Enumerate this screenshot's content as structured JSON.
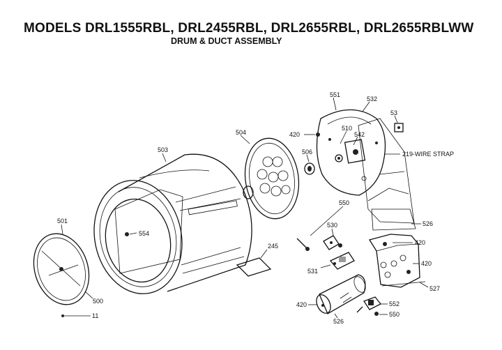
{
  "header": {
    "title": "MODELS DRL1555RBL, DRL2455RBL, DRL2655RBL, DRL2655RBLWW",
    "subtitle": "DRUM & DUCT ASSEMBLY"
  },
  "callouts": {
    "p501": "501",
    "p500": "500",
    "p11": "11",
    "p503": "503",
    "p554": "554",
    "p504": "504",
    "p506": "506",
    "p245": "245",
    "p420a": "420",
    "p551": "551",
    "p532": "532",
    "p53": "53",
    "p510": "510",
    "p542": "542",
    "p219": "219-WIRE STRAP",
    "p526a": "526",
    "p550a": "550",
    "p530": "530",
    "p531": "531",
    "p420b": "420",
    "p420c": "420",
    "p527": "527",
    "p420d": "420",
    "p526b": "526",
    "p552": "552",
    "p550b": "550"
  }
}
